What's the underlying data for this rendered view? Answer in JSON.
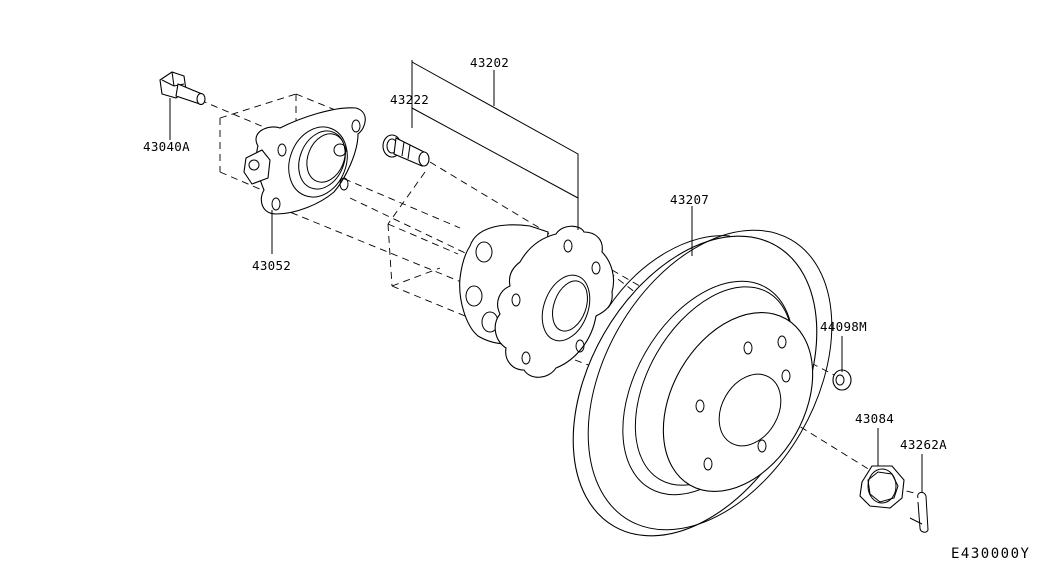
{
  "labels": {
    "bolt": "43040A",
    "housing": "43052",
    "hub_assembly": "43202",
    "stud": "43222",
    "rotor": "43207",
    "washer": "44098M",
    "nut": "43084",
    "cotter_pin": "43262A"
  },
  "diagram_code": "E430000Y"
}
